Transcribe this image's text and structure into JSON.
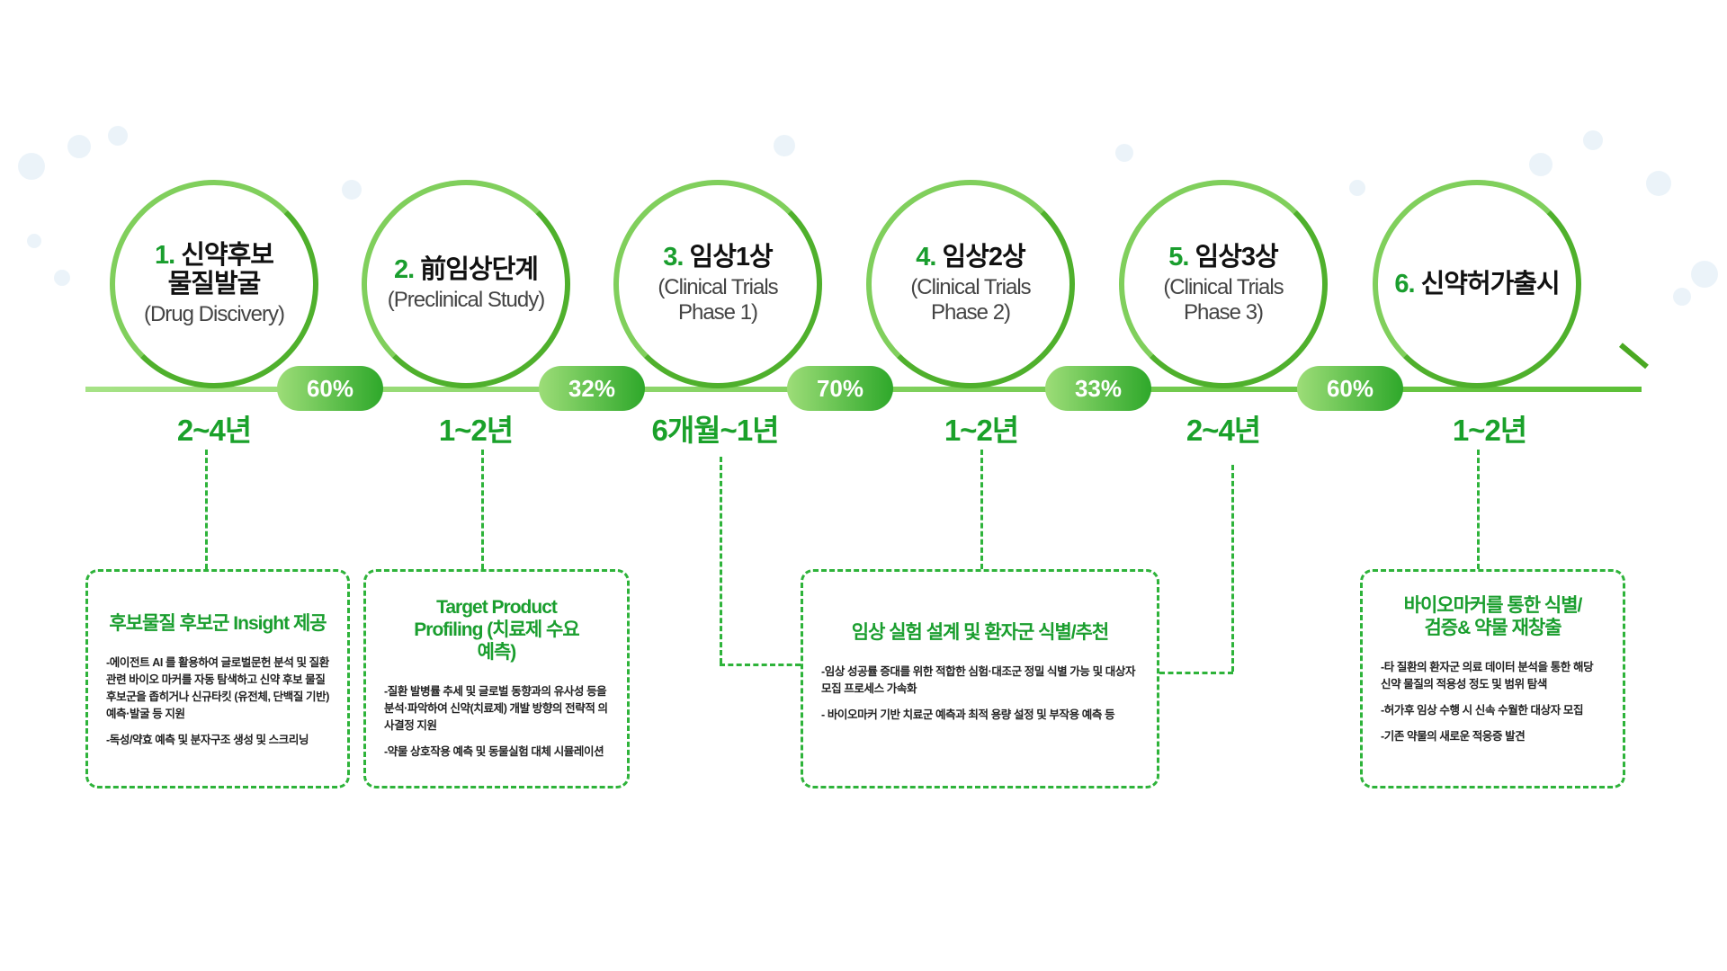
{
  "stages": [
    {
      "number": "1.",
      "title": "신약후보 물질발굴",
      "subtitle": "(Drug Discivery)",
      "duration": "2~4년"
    },
    {
      "number": "2.",
      "title": "前임상단계",
      "subtitle": "(Preclinical Study)",
      "duration": "1~2년"
    },
    {
      "number": "3.",
      "title": "임상1상",
      "subtitle": "(Clinical Trials Phase 1)",
      "duration": "6개월~1년"
    },
    {
      "number": "4.",
      "title": "임상2상",
      "subtitle": "(Clinical Trials Phase 2)",
      "duration": "1~2년"
    },
    {
      "number": "5.",
      "title": "임상3상",
      "subtitle": "(Clinical Trials Phase 3)",
      "duration": "2~4년"
    },
    {
      "number": "6.",
      "title": "신약허가출시",
      "subtitle": "",
      "duration": "1~2년"
    }
  ],
  "rates": [
    "60%",
    "32%",
    "70%",
    "33%",
    "60%"
  ],
  "boxes": [
    {
      "title": "후보물질 후보군 Insight 제공",
      "items": [
        "-에이전트 AI 를 활용하여 글로벌문헌 분석 및 질환관련 바이오 마커를 자동 탐색하고 신약 후보 물질 후보군을 좁히거나 신규타킷 (유전체, 단백질 기반) 예측·발굴 등 지원",
        "-독성/약효 예측 및 분자구조 생성 및 스크리닝"
      ]
    },
    {
      "title": "Target Product Profiling (치료제 수요 예측)",
      "items": [
        "-질환 발병률 추세 및 글로벌 동향과의 유사성 등을 분석·파악하여 신약(치료제) 개발 방향의 전략적 의사결정 지원",
        "-약물 상호작용 예측 및 동물실험 대체 시뮬레이션"
      ]
    },
    {
      "title": "임상 실험 설계 및 환자군 식별/추천",
      "items": [
        "-임상 성공률 증대를 위한 적합한 심험·대조군 정밀 식별 가능 및 대상자 모집 프로세스 가속화",
        "- 바이오마커 기반 치료군 예측과 최적 용량 설정 및 부작용 예측 등"
      ]
    },
    {
      "title": "바이오마커를 통한 식별/검증& 약물 재창출",
      "items": [
        "-타 질환의 환자군 의료 데이터 분석을 통한 해당 신약 물질의 적용성 정도 및 범위 탐색",
        "-허가후 임상 수행 시 신속 수월한 대상자 모집",
        "-기존 약물의 새로운 적응증 발견"
      ]
    }
  ]
}
